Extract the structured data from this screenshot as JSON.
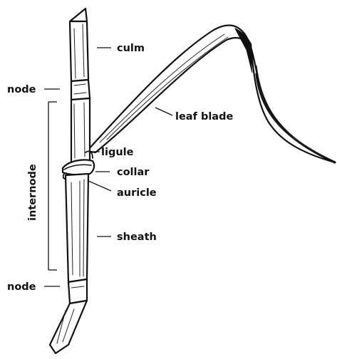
{
  "labels": {
    "culm": "culm",
    "node_top": "node",
    "leaf_blade": "leaf blade",
    "internode": "internode",
    "ligule": "ligule",
    "collar": "collar",
    "auricle": "auricle",
    "sheath": "sheath",
    "node_bottom": "node"
  },
  "colors": {
    "ink": "#111111",
    "background": "#ffffff"
  }
}
